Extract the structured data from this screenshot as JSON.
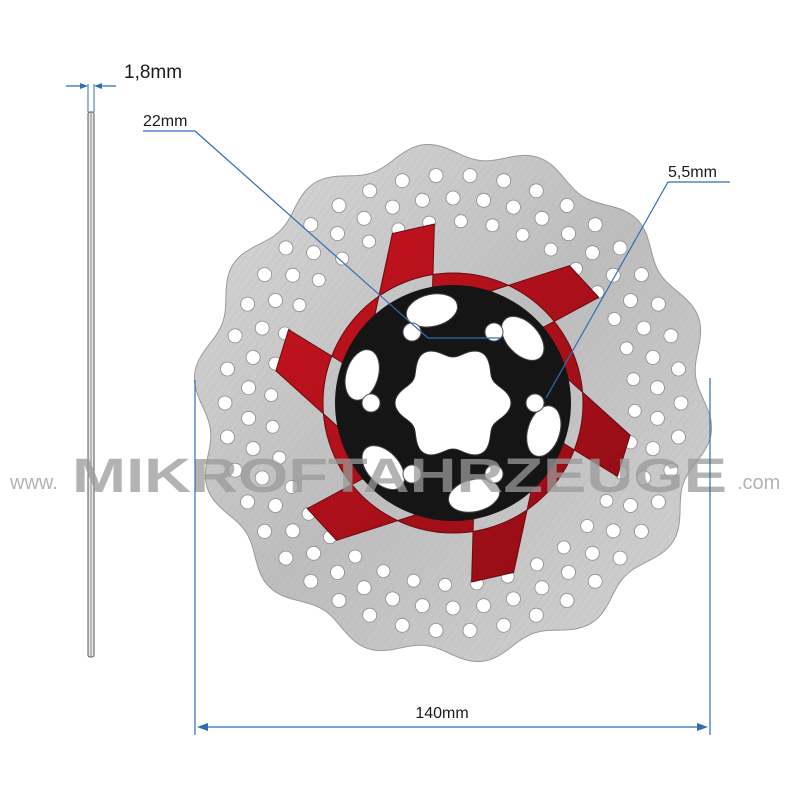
{
  "dimensions": {
    "thickness_label": "1,8mm",
    "center_bore_label": "22mm",
    "bolt_hole_label": "5,5mm",
    "diameter_label": "140mm"
  },
  "watermark": {
    "prefix": "www.",
    "brand": "MIKROFTAHRZEUGE",
    "suffix": ".com"
  },
  "colors": {
    "dimension_line": "#2f6db5",
    "carrier": "#b0121c",
    "hub": "#1a1a1a",
    "rotor": "#c9c9c9",
    "watermark": "#9a9a9a"
  }
}
